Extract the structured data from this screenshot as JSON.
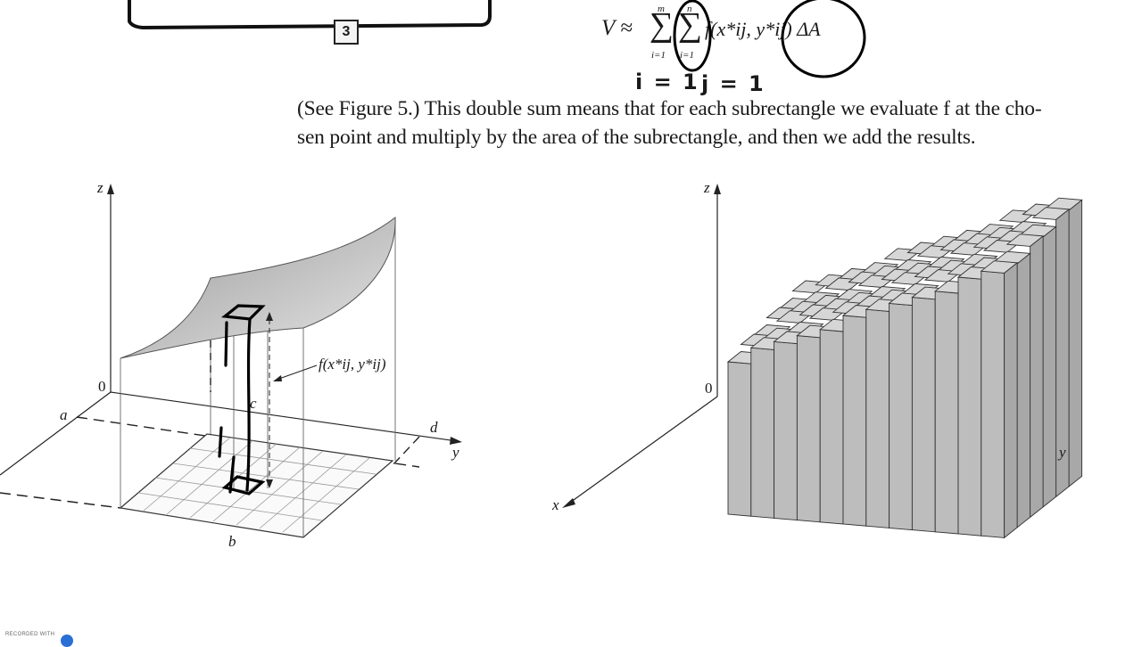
{
  "equation_number": "3",
  "formula": {
    "lhs": "V ≈",
    "sum_outer": {
      "symbol": "∑",
      "upper": "m",
      "lower": "i=1"
    },
    "sum_inner": {
      "symbol": "∑",
      "upper": "n",
      "lower": "i=1"
    },
    "body": "f(x*ij, y*ij) ΔA",
    "handwritten_i": "i = 1",
    "handwritten_j": "j = 1"
  },
  "paragraph": {
    "line1": "(See Figure 5.) This double sum means that for each subrectangle we evaluate f at the cho-",
    "line2": "sen point and multiply by the area of the subrectangle, and then we add the results."
  },
  "left_figure": {
    "axis_z": "z",
    "origin": "0",
    "label_a": "a",
    "label_c": "c",
    "label_d": "d",
    "axis_y": "y",
    "label_b": "b",
    "height_label": "f(x*ij, y*ij)"
  },
  "right_figure": {
    "axis_z": "z",
    "origin": "0",
    "axis_y": "y",
    "axis_x": "x"
  },
  "watermark": "RECORDED WITH",
  "colors": {
    "ink": "#1a1a1a",
    "surface_dark": "#8c8c8c",
    "surface_light": "#d8d8d8",
    "box_front": "#bdbdbd",
    "box_side": "#a8a8a8",
    "box_top": "#d6d6d6",
    "recorder_icon": "#2a6fd6"
  }
}
